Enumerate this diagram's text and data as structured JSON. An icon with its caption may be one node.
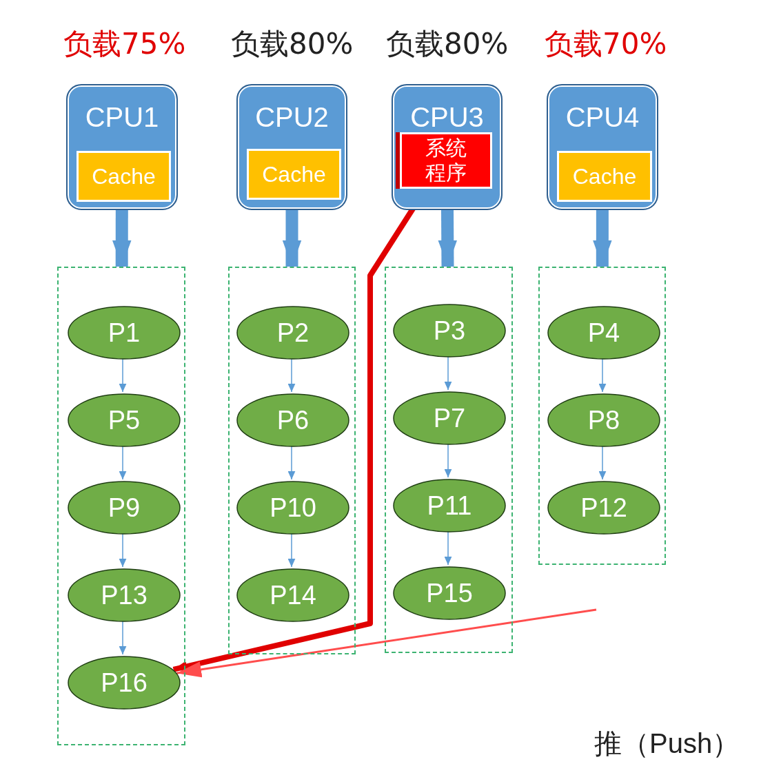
{
  "diagram": {
    "nodes": [
      {
        "text": [
          "CPU1"
        ],
        "beside": [
          "负载75%"
        ]
      },
      {
        "text": [
          "Cache"
        ],
        "in": 0
      },
      {
        "text": [
          "CPU2"
        ],
        "beside": [
          "负载80%"
        ]
      },
      {
        "text": [
          "Cache"
        ],
        "in": 2
      },
      {
        "text": [
          "CPU3"
        ],
        "beside": [
          "负载80%"
        ]
      },
      {
        "text": [
          "系统程序"
        ],
        "in": 4
      },
      {
        "text": [
          "CPU4"
        ],
        "beside": [
          "负载70%"
        ]
      },
      {
        "text": [
          "Cache"
        ],
        "in": 6
      },
      {
        "text": [],
        "shape": "box"
      },
      {
        "text": [],
        "shape": "box"
      },
      {
        "text": [],
        "shape": "box"
      },
      {
        "text": [],
        "shape": "box"
      },
      {
        "text": [
          "P1"
        ],
        "in": 8
      },
      {
        "text": [
          "P2"
        ],
        "in": 9
      },
      {
        "text": [
          "P3"
        ],
        "in": 10
      },
      {
        "text": [
          "P4"
        ],
        "in": 11
      },
      {
        "text": [
          "P5"
        ],
        "in": 8
      },
      {
        "text": [
          "P6"
        ],
        "in": 9
      },
      {
        "text": [
          "P7"
        ],
        "in": 10
      },
      {
        "text": [
          "P8"
        ],
        "in": 11
      },
      {
        "text": [
          "P9"
        ],
        "in": 8
      },
      {
        "text": [
          "P10"
        ],
        "in": 9
      },
      {
        "text": [
          "P11"
        ],
        "in": 10
      },
      {
        "text": [
          "P12"
        ],
        "in": 11
      },
      {
        "text": [
          "P13"
        ],
        "in": 8
      },
      {
        "text": [
          "P14"
        ],
        "in": 9
      },
      {
        "text": [
          "P15"
        ],
        "in": 10
      },
      {
        "text": [
          "P16"
        ],
        "in": 8
      }
    ],
    "edges": [
      {
        "from": 0,
        "to": 8,
        "arrow": "to",
        "style": "thick"
      },
      {
        "from": 2,
        "to": 9,
        "arrow": "to",
        "style": "thick"
      },
      {
        "from": 4,
        "to": 10,
        "arrow": "to",
        "style": "thick"
      },
      {
        "from": 6,
        "to": 11,
        "arrow": "to",
        "style": "thick"
      },
      {
        "from": 12,
        "to": 16,
        "arrow": "to"
      },
      {
        "from": 13,
        "to": 17,
        "arrow": "to"
      },
      {
        "from": 14,
        "to": 18,
        "arrow": "to"
      },
      {
        "from": 15,
        "to": 19,
        "arrow": "to"
      },
      {
        "from": 16,
        "to": 20,
        "arrow": "to"
      },
      {
        "from": 17,
        "to": 21,
        "arrow": "to"
      },
      {
        "from": 18,
        "to": 22,
        "arrow": "to"
      },
      {
        "from": 19,
        "to": 23,
        "arrow": "to"
      },
      {
        "from": 20,
        "to": 24,
        "arrow": "to"
      },
      {
        "from": 21,
        "to": 25,
        "arrow": "to"
      },
      {
        "from": 22,
        "to": 26,
        "arrow": "to"
      },
      {
        "from": 24,
        "to": 27,
        "arrow": "to"
      },
      {
        "from": 5,
        "to": 27,
        "arrow": "to",
        "style": "thick",
        "color": "#e00000"
      },
      {
        "from": null,
        "to": 27,
        "arrow": "to",
        "color": "#ff4d4d"
      }
    ],
    "labels": [
      "推（Push）"
    ]
  }
}
